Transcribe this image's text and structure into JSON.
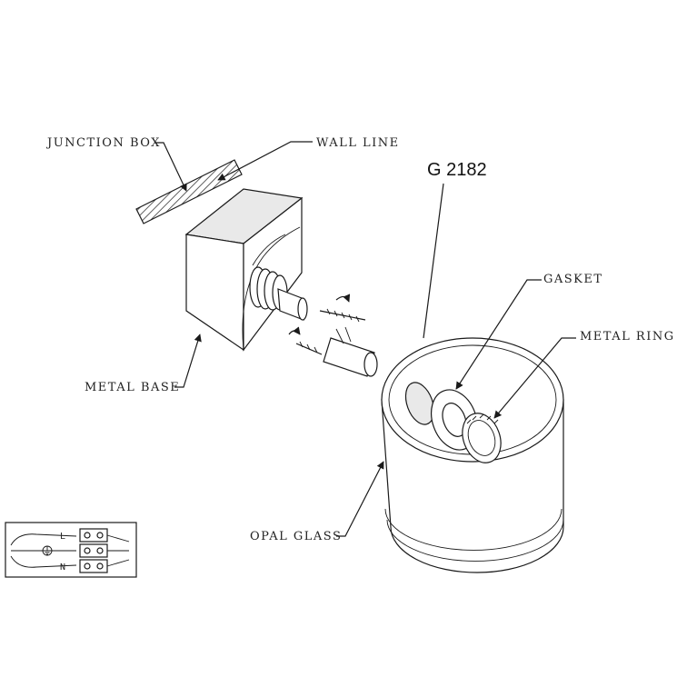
{
  "diagram": {
    "model_number": "G 2182",
    "labels": {
      "junction_box": "JUNCTION BOX",
      "wall_line": "WALL LINE",
      "metal_base": "METAL BASE",
      "gasket": "GASKET",
      "metal_ring": "METAL RING",
      "opal_glass": "OPAL GLASS"
    },
    "wiring": {
      "terminals": [
        "L",
        "N"
      ]
    }
  }
}
